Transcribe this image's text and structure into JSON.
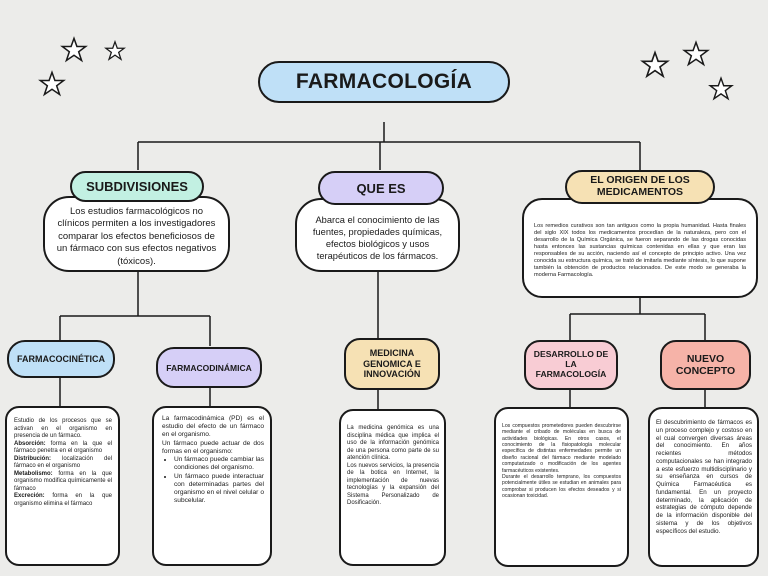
{
  "title": "FARMACOLOGÍA",
  "colors": {
    "title_bg": "#bfe0f7",
    "green": "#c2f0e2",
    "lavender": "#d6cff7",
    "yellow": "#f6e1b4",
    "pink": "#f8ccd4",
    "salmon": "#f6b3a8",
    "light_blue": "#bfe0f7"
  },
  "top_nodes": {
    "subdivisiones": {
      "label": "SUBDIVISIONES",
      "text": "Los estudios farmacológicos no clínicos permiten a los investigadores comparar los efectos beneficiosos de un fármaco con sus efectos negativos (tóxicos)."
    },
    "que_es": {
      "label": "QUE ES",
      "text": "Abarca el conocimiento de las fuentes, propiedades químicas, efectos biológicos y usos terapéuticos de los fármacos."
    },
    "origen": {
      "label": "EL ORIGEN DE LOS MEDICAMENTOS",
      "text": "Los remedios curativos son tan antiguos como la propia humanidad. Hasta finales del siglo XIX todos los medicamentos procedían de la naturaleza, pero con el desarrollo de la Química Orgánica, se fueron separando de las drogas conocidas hasta entonces las sustancias químicas contenidas en ellas y que eran las responsables de su acción, naciendo así el concepto de principio activo. Una vez conocida su estructura química, se trató de imitarla mediante síntesis, lo que supone también la obtención de productos relacionados. De este modo se generaba la moderna Farmacología."
    }
  },
  "bottom_nodes": {
    "farmacocinetica": {
      "label": "FARMACOCINÉTICA",
      "intro": "Estudio de los procesos que se activan en el organismo en presencia de un fármaco.",
      "items": [
        {
          "term": "Absorción:",
          "desc": " forma en la que el fármaco penetra en el organismo"
        },
        {
          "term": "Distribución:",
          "desc": " localización del fármaco en el organismo"
        },
        {
          "term": "Metabolismo:",
          "desc": " forma en la que organismo modifica químicamente el fármaco"
        },
        {
          "term": "Excreción:",
          "desc": " forma en la que organismo elimina el fármaco"
        }
      ]
    },
    "farmacodinamica": {
      "label": "FARMACODINÁMICA",
      "intro": "La farmacodinámica (PD) es el estudio del efecto de un fármaco en el organismo.",
      "intro2": "Un fármaco puede actuar de dos formas en el organismo:",
      "bullets": [
        "Un fármaco puede cambiar las condiciones del organismo.",
        "Un fármaco puede interactuar con determinadas partes del organismo en el nivel celular o subcelular."
      ]
    },
    "medicina": {
      "label": "MEDICINA GENOMICA E INNOVACIÓN",
      "text1": "La medicina genómica es una disciplina médica que implica el uso de la información genómica de una persona como parte de su atención clínica.",
      "text2": "Los nuevos servicios, la presencia de la botica en Internet, la implementación de nuevas tecnologías y la expansión del Sistema Personalizado de Dosificación."
    },
    "desarrollo": {
      "label": "DESARROLLO DE LA FARMACOLOGÍA",
      "text1": "Los compuestos prometedores pueden descubrirse mediante el cribado de moléculas en busca de actividades biológicas. En otros casos, el conocimiento de la fisiopatología molecular específica de distintas enfermedades permite un diseño racional del fármaco mediante modelado computarizado o modificación de los agentes farmacéuticos existentes.",
      "text2": "Durante el desarrollo temprano, los compuestos potencialmente útiles se estudian en animales para comprobar si producen los efectos deseados y si ocasionan toxicidad."
    },
    "nuevo": {
      "label": "NUEVO CONCEPTO",
      "text": "El descubrimiento de fármacos es un proceso complejo y costoso en el cual convergen diversas áreas del conocimiento. En años recientes métodos computacionales se han integrado a este esfuerzo multidisciplinario y su enseñanza en cursos de Química Farmacéutica es fundamental. En un proyecto determinado, la aplicación de estrategias de cómputo depende de la información disponible del sistema y de los objetivos específicos del estudio."
    }
  },
  "icons": [
    "star-icon"
  ]
}
